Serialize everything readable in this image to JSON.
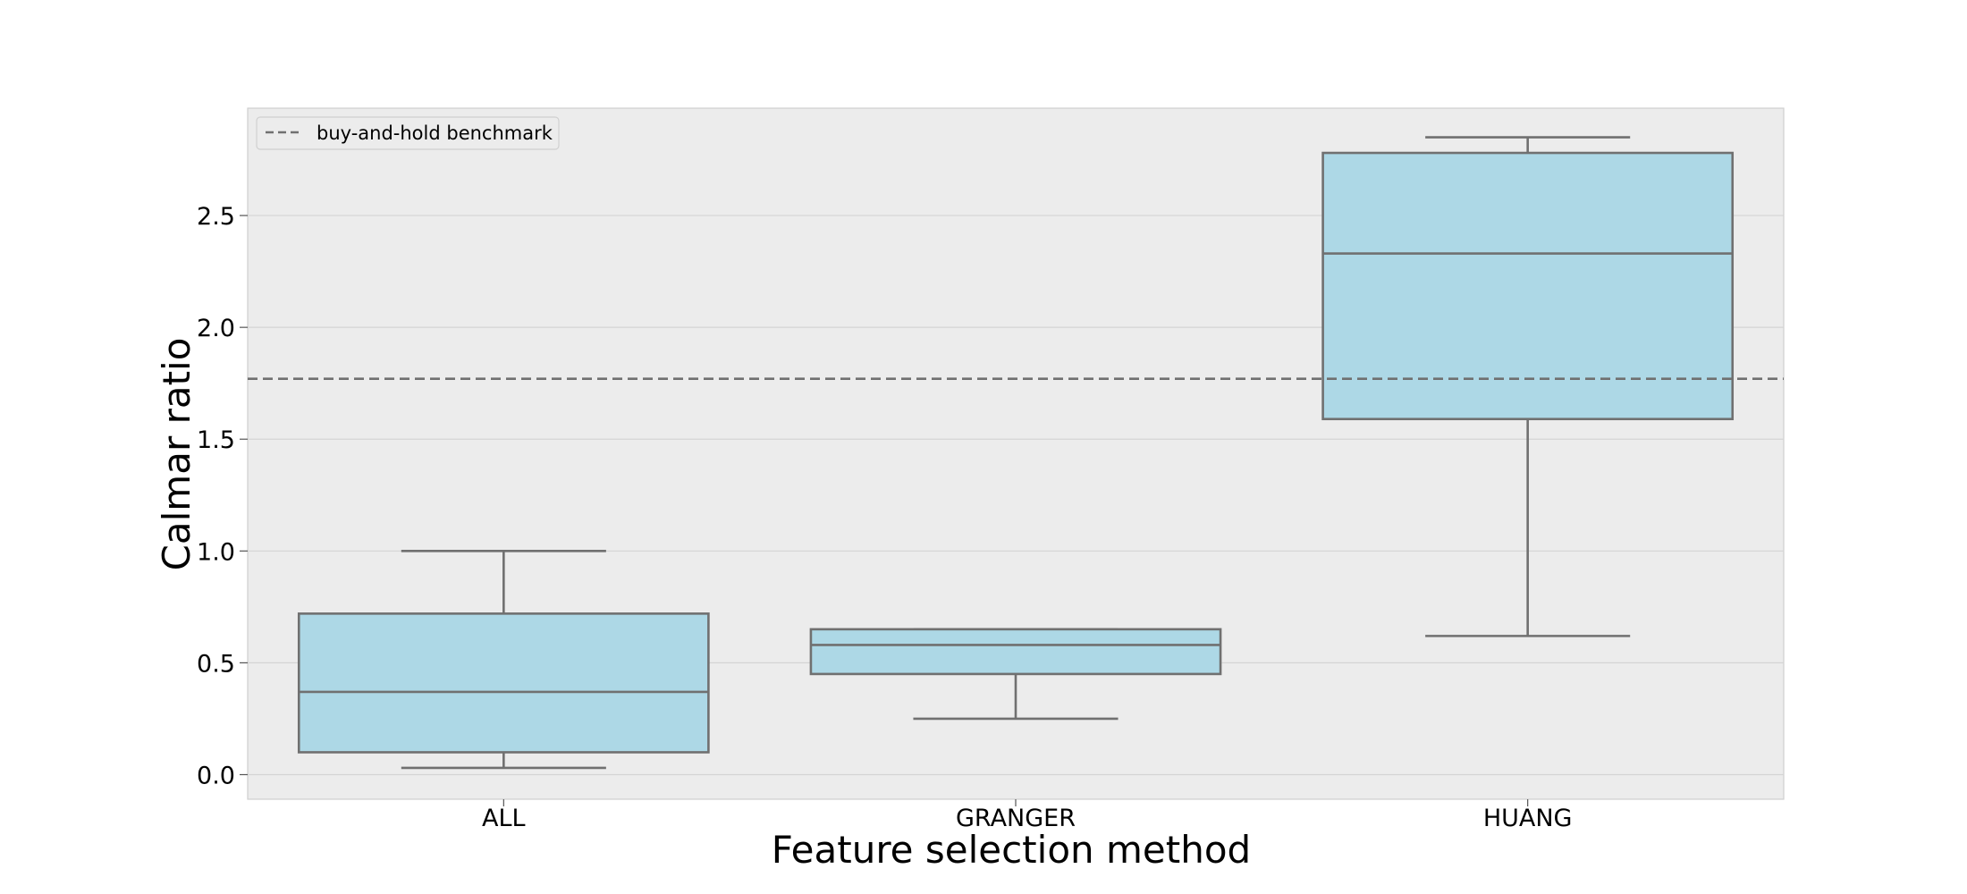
{
  "chart_data": {
    "type": "box",
    "xlabel": "Feature selection method",
    "ylabel": "Calmar ratio",
    "ylim": [
      -0.11,
      2.98
    ],
    "yticks": [
      0.0,
      0.5,
      1.0,
      1.5,
      2.0,
      2.5
    ],
    "ytick_labels": [
      "0.0",
      "0.5",
      "1.0",
      "1.5",
      "2.0",
      "2.5"
    ],
    "grid": true,
    "legend_position": "top-left",
    "legend_label": "buy-and-hold benchmark",
    "benchmark": 1.77,
    "categories": [
      "ALL",
      "GRANGER",
      "HUANG"
    ],
    "boxes": [
      {
        "category": "ALL",
        "whisker_low": 0.03,
        "q1": 0.1,
        "median": 0.37,
        "q3": 0.72,
        "whisker_high": 1.0
      },
      {
        "category": "GRANGER",
        "whisker_low": 0.25,
        "q1": 0.45,
        "median": 0.58,
        "q3": 0.65,
        "whisker_high": 0.65
      },
      {
        "category": "HUANG",
        "whisker_low": 0.62,
        "q1": 1.59,
        "median": 2.33,
        "q3": 2.78,
        "whisker_high": 2.85
      }
    ],
    "colors": {
      "box_fill": "#add8e6",
      "box_edge": "#707070",
      "plot_background": "#ececec",
      "grid": "#d4d4d4",
      "benchmark_line": "#707070"
    }
  }
}
